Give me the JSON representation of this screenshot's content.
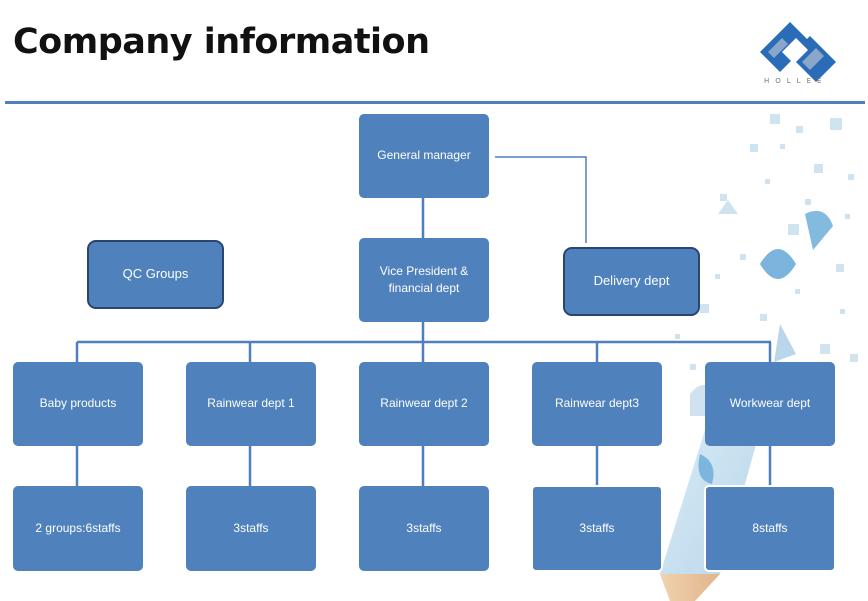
{
  "page": {
    "title": "Company information",
    "logo_text": "HOLLEE"
  },
  "org_chart": {
    "general_manager": "General manager",
    "vice_president": "Vice President & financial dept",
    "qc_groups": "QC Groups",
    "delivery": "Delivery dept",
    "departments": [
      {
        "name": "Baby products",
        "staff": "2 groups:6staffs"
      },
      {
        "name": "Rainwear dept 1",
        "staff": "3staffs"
      },
      {
        "name": "Rainwear dept 2",
        "staff": "3staffs"
      },
      {
        "name": "Rainwear dept3",
        "staff": "3staffs"
      },
      {
        "name": "Workwear dept",
        "staff": "8staffs"
      }
    ]
  },
  "colors": {
    "box_fill": "#4f81bd",
    "line": "#4f7fbf",
    "title_text": "#111111"
  }
}
